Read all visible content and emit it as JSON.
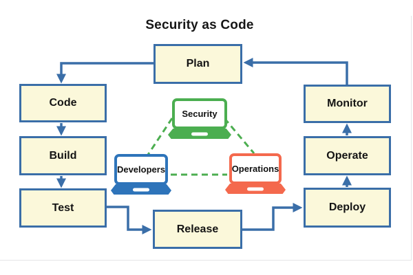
{
  "title": "Security as Code",
  "flow_nodes": [
    {
      "id": "plan",
      "label": "Plan"
    },
    {
      "id": "code",
      "label": "Code"
    },
    {
      "id": "build",
      "label": "Build"
    },
    {
      "id": "test",
      "label": "Test"
    },
    {
      "id": "release",
      "label": "Release"
    },
    {
      "id": "deploy",
      "label": "Deploy"
    },
    {
      "id": "operate",
      "label": "Operate"
    },
    {
      "id": "monitor",
      "label": "Monitor"
    }
  ],
  "flow_edges": [
    {
      "from": "Plan",
      "to": "Code"
    },
    {
      "from": "Code",
      "to": "Build"
    },
    {
      "from": "Build",
      "to": "Test"
    },
    {
      "from": "Test",
      "to": "Release"
    },
    {
      "from": "Release",
      "to": "Deploy"
    },
    {
      "from": "Deploy",
      "to": "Operate"
    },
    {
      "from": "Operate",
      "to": "Monitor"
    },
    {
      "from": "Monitor",
      "to": "Plan"
    }
  ],
  "team_nodes": [
    {
      "id": "security",
      "label": "Security",
      "color": "#4bae50"
    },
    {
      "id": "developers",
      "label": "Developers",
      "color": "#2e74ba"
    },
    {
      "id": "operations",
      "label": "Operations",
      "color": "#f4694d"
    }
  ],
  "team_links": [
    {
      "from": "Security",
      "to": "Developers"
    },
    {
      "from": "Security",
      "to": "Operations"
    },
    {
      "from": "Developers",
      "to": "Operations"
    }
  ],
  "colors": {
    "box_fill": "#fbf8da",
    "box_border": "#3a6ea8",
    "flow_arrow": "#3a6ea8",
    "team_link_dash": "#4cae50",
    "title_text": "#161616",
    "background": "#ffffff"
  }
}
